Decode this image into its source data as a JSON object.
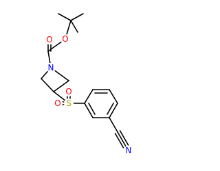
{
  "molecule": {
    "atoms": [
      {
        "id": "a1",
        "symbol": "O",
        "color": "#ff0000"
      },
      {
        "id": "a2",
        "symbol": "O",
        "color": "#ff0000"
      },
      {
        "id": "a3",
        "symbol": "N",
        "color": "#0000ff"
      },
      {
        "id": "a4",
        "symbol": "S",
        "color": "#b8a000"
      },
      {
        "id": "a5",
        "symbol": "O",
        "color": "#ff0000"
      },
      {
        "id": "a6",
        "symbol": "O",
        "color": "#ff0000"
      },
      {
        "id": "a7",
        "symbol": "N",
        "color": "#0000ff"
      }
    ],
    "bond_color": "#000000"
  }
}
